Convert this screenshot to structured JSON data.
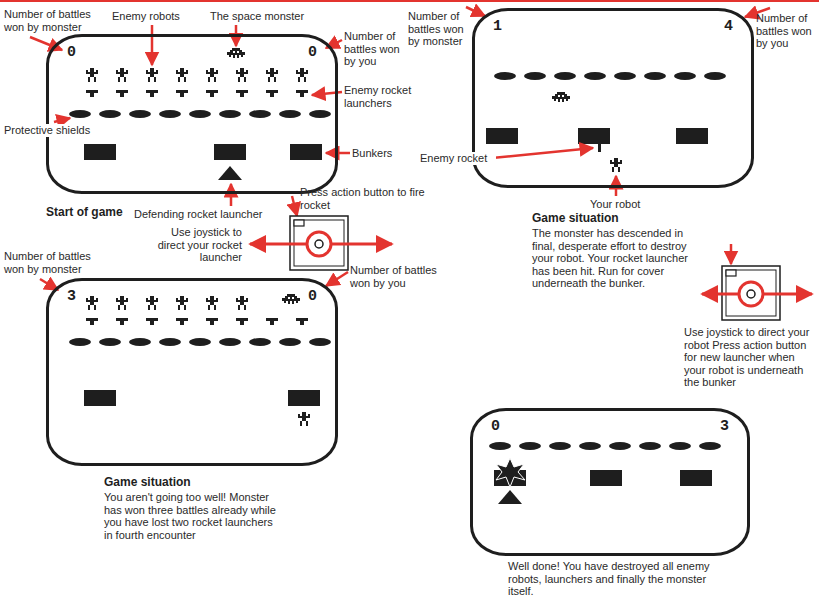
{
  "diagram": {
    "nodes": [
      {
        "text": [
          "0",
          "0"
        ]
      },
      {
        "text": [
          "1",
          "4"
        ]
      },
      {
        "text": [
          "3",
          "0"
        ]
      },
      {
        "text": [
          "0",
          "3"
        ]
      }
    ],
    "labels": [
      "Enemy robots",
      "The space monster",
      "Number of battles won by monster",
      "Number of battles won by you",
      "Enemy rocket launchers",
      "Protective shields",
      "Bunkers",
      "Start of game",
      "Defending rocket launcher",
      "Press action button to fire rocket",
      "Use joystick to direct your rocket launcher",
      "Number of battles won by monster",
      "Number of battles won by you",
      "Enemy rocket",
      "Your robot",
      "Game situation",
      "The monster has descended in final, desperate effort to destroy your robot. Your rocket launcher has been hit. Run for cover underneath the bunker.",
      "Use joystick to direct your robot Press action button for new launcher when your robot is underneath the bunker",
      "Number of battles won by monster",
      "Number of battles won by you",
      "Game situation",
      "You aren't going too well! Monster has won three battles already while you have lost two rocket launchers in fourth encounter",
      "Well done! You have destroyed all enemy robots, launchers and finally the monster itself."
    ]
  }
}
